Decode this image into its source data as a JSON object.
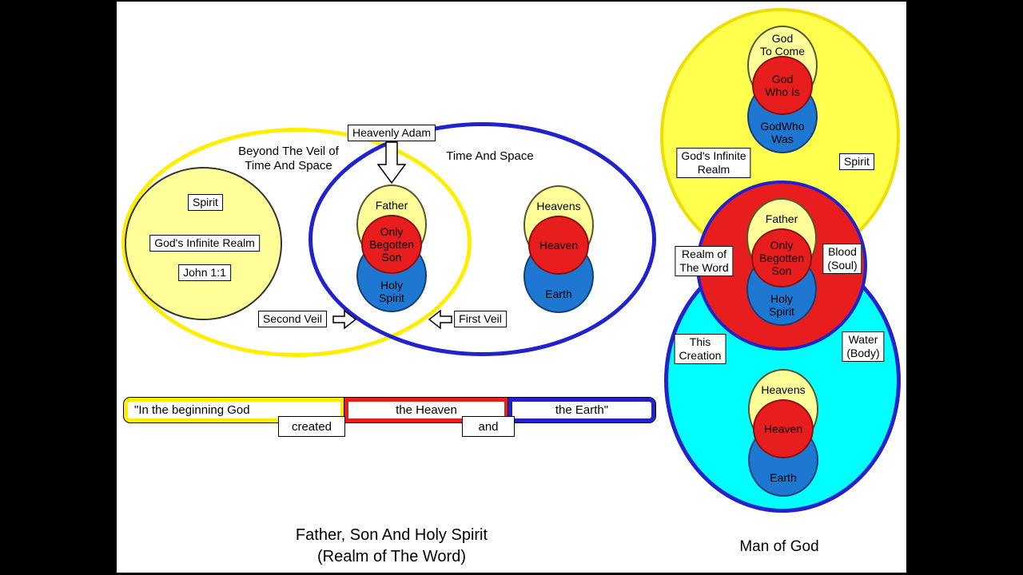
{
  "colors": {
    "bright_yellow": "#FFEE00",
    "pale_yellow": "#FFFF99",
    "big_yellow_fill": "#FFFF4D",
    "red": "#E81E1E",
    "trinity_blue": "#1E78D2",
    "outline_blue": "#2222CC",
    "cyan": "#00FFFF"
  },
  "left_diagram": {
    "beyond_veil_label": "Beyond The Veil of\nTime And Space",
    "time_space_label": "Time And Space",
    "heavenly_adam": "Heavenly Adam",
    "infinite_circle": {
      "spirit": "Spirit",
      "realm": "God's Infinite Realm",
      "john": "John 1:1"
    },
    "trinity_word": {
      "top": "Father",
      "mid": "Only\nBegotten\nSon",
      "bottom": "Holy\nSpirit"
    },
    "trinity_creation": {
      "top": "Heavens",
      "mid": "Heaven",
      "bottom": "Earth"
    },
    "second_veil": "Second Veil",
    "first_veil": "First Veil",
    "verse": {
      "part1": "\"In the beginning God",
      "created": "created",
      "part2": "the Heaven",
      "and": "and",
      "part3": "the Earth\""
    },
    "caption_line1": "Father, Son And Holy Spirit",
    "caption_line2": "(Realm of The Word)"
  },
  "right_diagram": {
    "labels": {
      "infinite_realm": "God's Infinite\nRealm",
      "spirit": "Spirit",
      "realm_word": "Realm of\nThe Word",
      "blood": "Blood\n(Soul)",
      "creation": "This\nCreation",
      "water": "Water\n(Body)"
    },
    "trinity_god": {
      "top": "God\nTo Come",
      "mid": "God\nWho Is",
      "bottom": "GodWho\nWas"
    },
    "trinity_word": {
      "top": "Father",
      "mid": "Only\nBegotten\nSon",
      "bottom": "Holy\nSpirit"
    },
    "trinity_creation": {
      "top": "Heavens",
      "mid": "Heaven",
      "bottom": "Earth"
    },
    "caption": "Man of God"
  }
}
